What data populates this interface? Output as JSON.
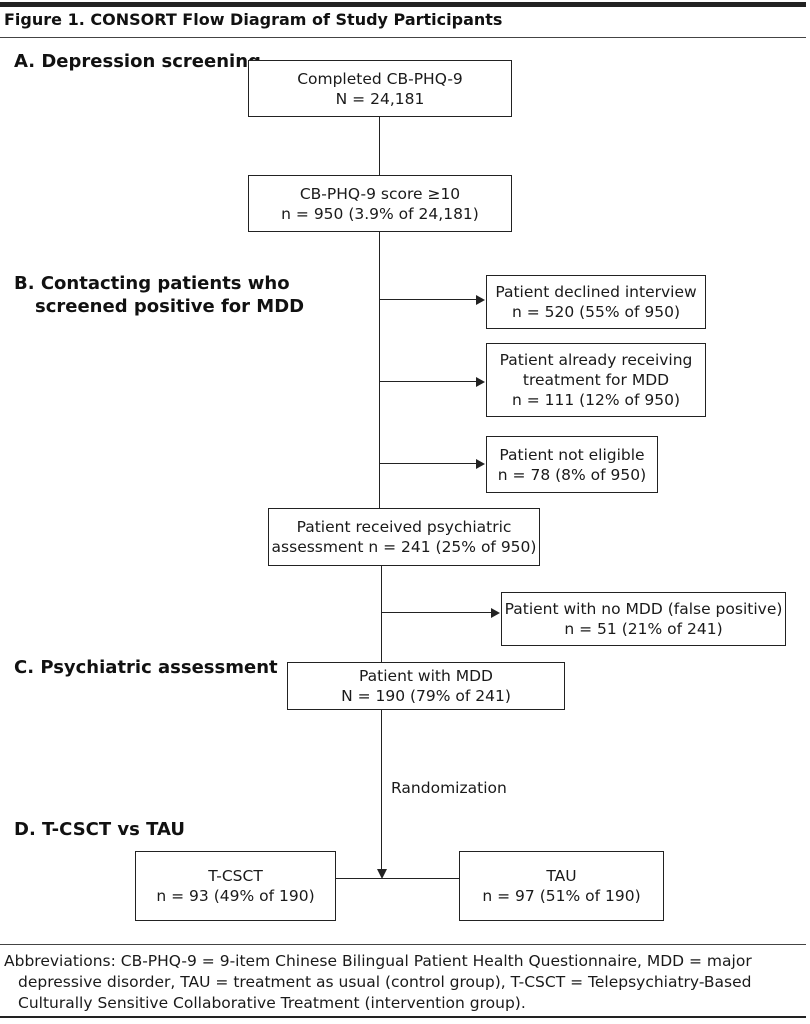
{
  "figure_title": "Figure 1. CONSORT Flow Diagram of Study Participants",
  "sections": {
    "a": "A. Depression screening",
    "b_line1": "B. Contacting patients who",
    "b_line2": "screened positive for MDD",
    "c": "C. Psychiatric assessment",
    "d": "D. T-CSCT vs TAU"
  },
  "boxes": {
    "completed": {
      "line1": "Completed CB-PHQ-9",
      "line2": "N = 24,181"
    },
    "score": {
      "line1": "CB-PHQ-9 score ≥10",
      "line2": "n = 950 (3.9% of 24,181)"
    },
    "declined": {
      "line1": "Patient declined interview",
      "line2": "n = 520 (55% of 950)"
    },
    "already": {
      "line1": "Patient already receiving",
      "line2": "treatment for MDD",
      "line3": "n = 111 (12% of 950)"
    },
    "not_eligible": {
      "line1": "Patient not eligible",
      "line2": "n = 78 (8% of 950)"
    },
    "received": {
      "line1": "Patient received psychiatric",
      "line2": "assessment n = 241 (25% of 950)"
    },
    "no_mdd": {
      "line1": "Patient with no MDD (false positive)",
      "line2": "n = 51 (21% of 241)"
    },
    "with_mdd": {
      "line1": "Patient with MDD",
      "line2": "N = 190 (79% of 241)"
    },
    "tcsct": {
      "line1": "T-CSCT",
      "line2": "n = 93 (49% of 190)"
    },
    "tau": {
      "line1": "TAU",
      "line2": "n = 97 (51% of 190)"
    }
  },
  "randomization_label": "Randomization",
  "abbreviations": "Abbreviations: CB-PHQ-9 = 9-item Chinese Bilingual Patient Health Questionnaire, MDD = major depressive disorder, TAU = treatment as usual (control group), T-CSCT = Telepsychiatry-Based Culturally Sensitive Collaborative Treatment (intervention group)."
}
